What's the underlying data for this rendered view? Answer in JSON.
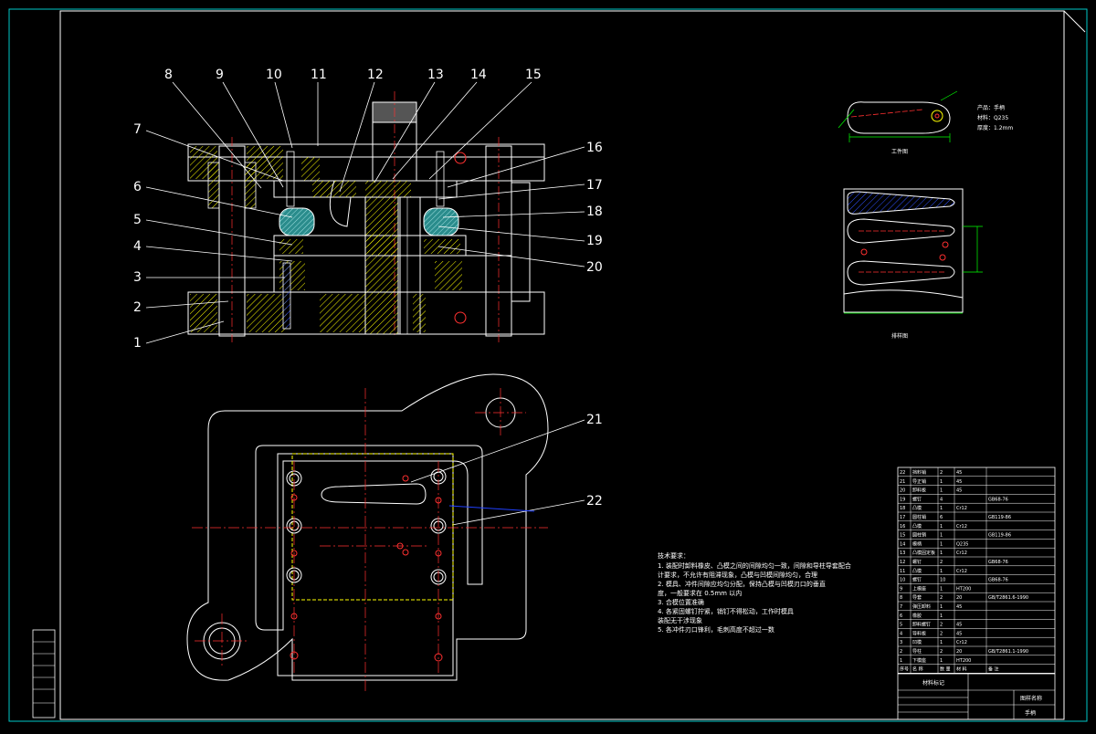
{
  "colors": {
    "background": "#000000",
    "outline": "#ffffff",
    "border": "#00c8c8",
    "hatch": "#ffff00",
    "center": "#ff3030",
    "part": "#4ab0b0",
    "blue": "#2040ff"
  },
  "callouts": [
    "1",
    "2",
    "3",
    "4",
    "5",
    "6",
    "7",
    "8",
    "9",
    "10",
    "11",
    "12",
    "13",
    "14",
    "15",
    "16",
    "17",
    "18",
    "19",
    "20",
    "21",
    "22"
  ],
  "workpiece": {
    "label": "工件图",
    "info": [
      "产品：手柄",
      "材料：Q235",
      "厚度：1.2mm"
    ]
  },
  "layout_view": {
    "label": "排样图"
  },
  "tech_notes": {
    "title": "技术要求：",
    "items": [
      "1.  装配时卸料橡皮、凸模之间的间隙均匀一致，间隙和导柱导套配合",
      "    计要求，不允许有阻滞现象，凸模与凹模间隙均匀，合理",
      "2.  模具、冲件间隙应均匀分配，保持凸模与凹模刃口的垂直",
      "    度，一般要求在 0.5mm 以内",
      "3.  合模位置准确",
      "4.  各紧固螺钉拧紧，销钉不得松动，工作时模具",
      "    装配无干涉现象",
      "5.  各冲件刃口锋利，毛刺高度不超过一数"
    ]
  },
  "bom": {
    "rows": [
      [
        "22",
        "挡料销",
        "2",
        "45",
        ""
      ],
      [
        "21",
        "导正销",
        "1",
        "45",
        ""
      ],
      [
        "20",
        "卸料板",
        "1",
        "45",
        ""
      ],
      [
        "19",
        "螺钉",
        "4",
        "",
        "GB68-76"
      ],
      [
        "18",
        "凸模",
        "1",
        "Cr12",
        ""
      ],
      [
        "17",
        "圆柱销",
        "6",
        "",
        "GB119-86"
      ],
      [
        "16",
        "凸模",
        "1",
        "Cr12",
        ""
      ],
      [
        "15",
        "圆柱销",
        "1",
        "",
        "GB119-86"
      ],
      [
        "14",
        "模柄",
        "1",
        "Q235",
        ""
      ],
      [
        "13",
        "凸模固定板",
        "1",
        "Cr12",
        ""
      ],
      [
        "12",
        "螺钉",
        "2",
        "",
        "GB68-76"
      ],
      [
        "11",
        "凸模",
        "1",
        "Cr12",
        ""
      ],
      [
        "10",
        "螺钉",
        "10",
        "",
        "GB68-76"
      ],
      [
        "9",
        "上模座",
        "1",
        "HT200",
        ""
      ],
      [
        "8",
        "导套",
        "2",
        "20",
        "GB/T2861.6-1990"
      ],
      [
        "7",
        "弹压卸料",
        "1",
        "45",
        ""
      ],
      [
        "6",
        "橡胶",
        "1",
        "",
        ""
      ],
      [
        "5",
        "卸料螺钉",
        "2",
        "45",
        ""
      ],
      [
        "4",
        "导料板",
        "2",
        "45",
        ""
      ],
      [
        "3",
        "凹模",
        "1",
        "Cr12",
        ""
      ],
      [
        "2",
        "导柱",
        "2",
        "20",
        "GB/T2861.1-1990"
      ],
      [
        "1",
        "下模座",
        "1",
        "HT200",
        ""
      ]
    ],
    "header": [
      "序号",
      "名 称",
      "数 量",
      "材 料",
      "备 注"
    ]
  },
  "title_block": {
    "mark_label": "材料标记",
    "drawing_name": "图样名称",
    "part_name": "手柄"
  }
}
